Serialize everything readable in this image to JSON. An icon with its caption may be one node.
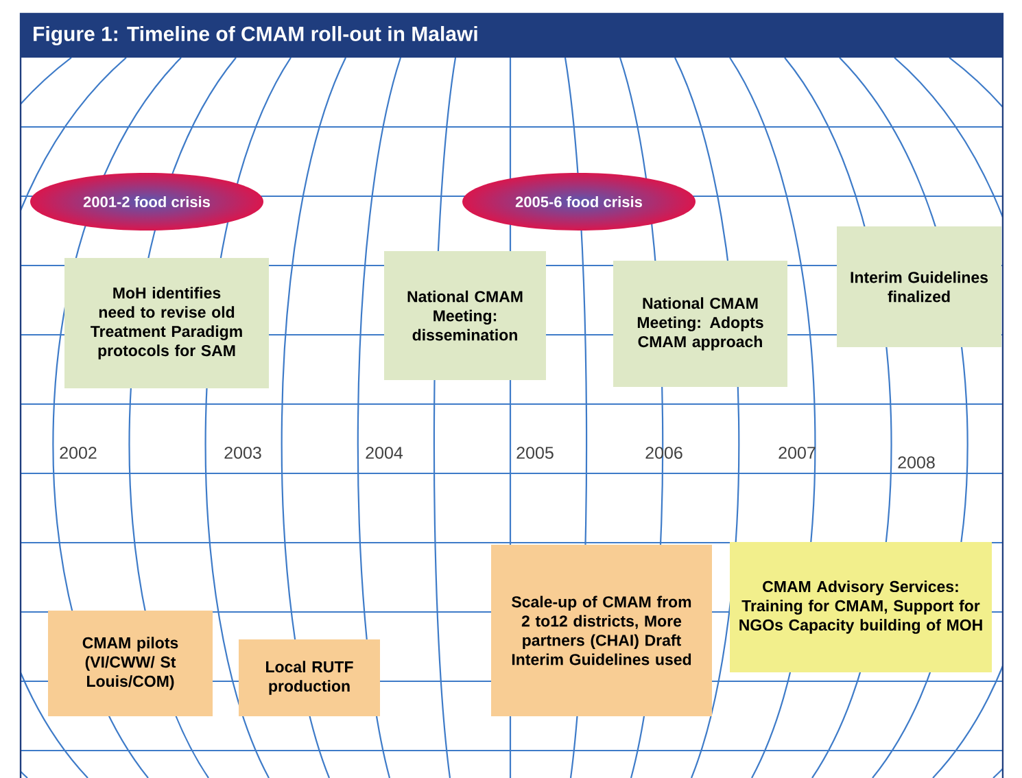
{
  "diagram": {
    "title": "Figure 1: Timeline of CMAM roll-out in Malawi",
    "nodes": [
      {
        "text": [
          "2001-2 food crisis"
        ]
      },
      {
        "text": [
          "2005-6 food crisis"
        ]
      },
      {
        "text": [
          "MoH identifies need to revise old Treatment Paradigm protocols for SAM"
        ]
      },
      {
        "text": [
          "National CMAM Meeting: dissemination"
        ]
      },
      {
        "text": [
          "National CMAM Meeting: Adopts CMAM approach"
        ]
      },
      {
        "text": [
          "Interim Guidelines finalized"
        ]
      },
      {
        "text": [
          "CMAM pilots (VI/CWW/ St Louis/COM)"
        ]
      },
      {
        "text": [
          "Local RUTF production"
        ]
      },
      {
        "text": [
          "Scale-up of CMAM from 2 to12 districts, More partners (CHAI) Draft Interim Guidelines used"
        ]
      },
      {
        "text": [
          "CMAM Advisory Services: Training for CMAM, Support for NGOs Capacity building of MOH"
        ]
      }
    ],
    "labels": [
      "2002",
      "2003",
      "2004",
      "2005",
      "2006",
      "2007",
      "2008"
    ]
  }
}
